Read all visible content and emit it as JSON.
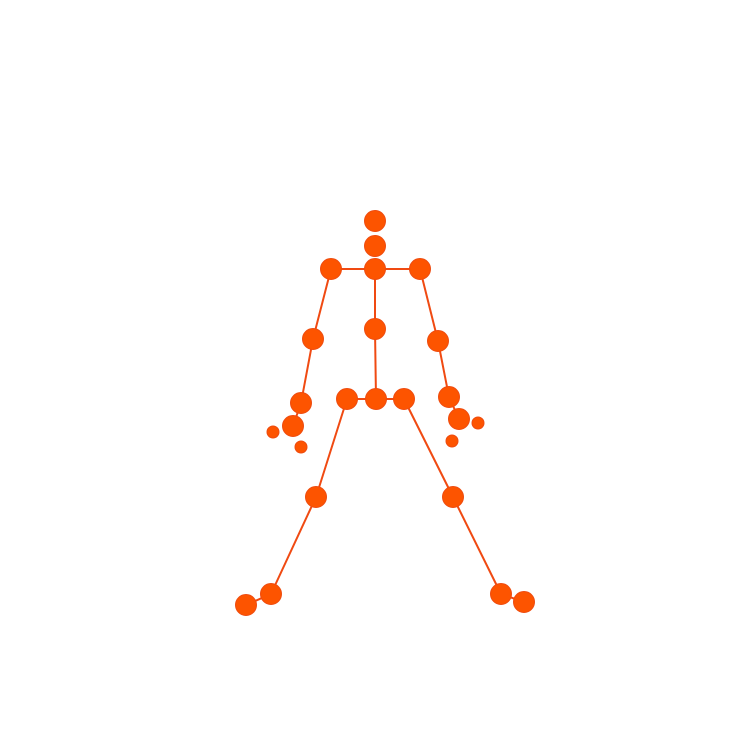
{
  "skeleton": {
    "colors": {
      "bone": "#f04a12",
      "joint_fill": "#fd5400",
      "joint_stroke": "#ee4b0f"
    },
    "joints": [
      {
        "id": "head-top",
        "shape": "large"
      },
      {
        "id": "neck-upper",
        "shape": "large"
      },
      {
        "id": "neck",
        "shape": "large"
      },
      {
        "id": "left-shoulder",
        "shape": "large"
      },
      {
        "id": "right-shoulder",
        "shape": "large"
      },
      {
        "id": "spine-mid",
        "shape": "large"
      },
      {
        "id": "left-elbow",
        "shape": "large"
      },
      {
        "id": "right-elbow",
        "shape": "large"
      },
      {
        "id": "left-wrist",
        "shape": "large"
      },
      {
        "id": "right-wrist",
        "shape": "large"
      },
      {
        "id": "left-hand",
        "shape": "large"
      },
      {
        "id": "right-hand",
        "shape": "large"
      },
      {
        "id": "left-thumb",
        "shape": "small"
      },
      {
        "id": "left-finger",
        "shape": "small"
      },
      {
        "id": "right-thumb",
        "shape": "small"
      },
      {
        "id": "right-finger",
        "shape": "small"
      },
      {
        "id": "pelvis",
        "shape": "large"
      },
      {
        "id": "left-hip",
        "shape": "large"
      },
      {
        "id": "right-hip",
        "shape": "large"
      },
      {
        "id": "left-knee",
        "shape": "large"
      },
      {
        "id": "right-knee",
        "shape": "large"
      },
      {
        "id": "left-ankle",
        "shape": "large"
      },
      {
        "id": "right-ankle",
        "shape": "large"
      },
      {
        "id": "left-foot",
        "shape": "large"
      },
      {
        "id": "right-foot",
        "shape": "large"
      }
    ],
    "bones": [
      [
        "neck",
        "left-shoulder"
      ],
      [
        "neck",
        "right-shoulder"
      ],
      [
        "neck",
        "spine-mid"
      ],
      [
        "spine-mid",
        "pelvis"
      ],
      [
        "left-shoulder",
        "left-elbow"
      ],
      [
        "left-elbow",
        "left-wrist"
      ],
      [
        "left-wrist",
        "left-hand"
      ],
      [
        "right-shoulder",
        "right-elbow"
      ],
      [
        "right-elbow",
        "right-wrist"
      ],
      [
        "right-wrist",
        "right-hand"
      ],
      [
        "pelvis",
        "left-hip"
      ],
      [
        "pelvis",
        "right-hip"
      ],
      [
        "left-hip",
        "left-knee"
      ],
      [
        "left-knee",
        "left-ankle"
      ],
      [
        "left-ankle",
        "left-foot"
      ],
      [
        "right-hip",
        "right-knee"
      ],
      [
        "right-knee",
        "right-ankle"
      ],
      [
        "right-ankle",
        "right-foot"
      ]
    ]
  }
}
